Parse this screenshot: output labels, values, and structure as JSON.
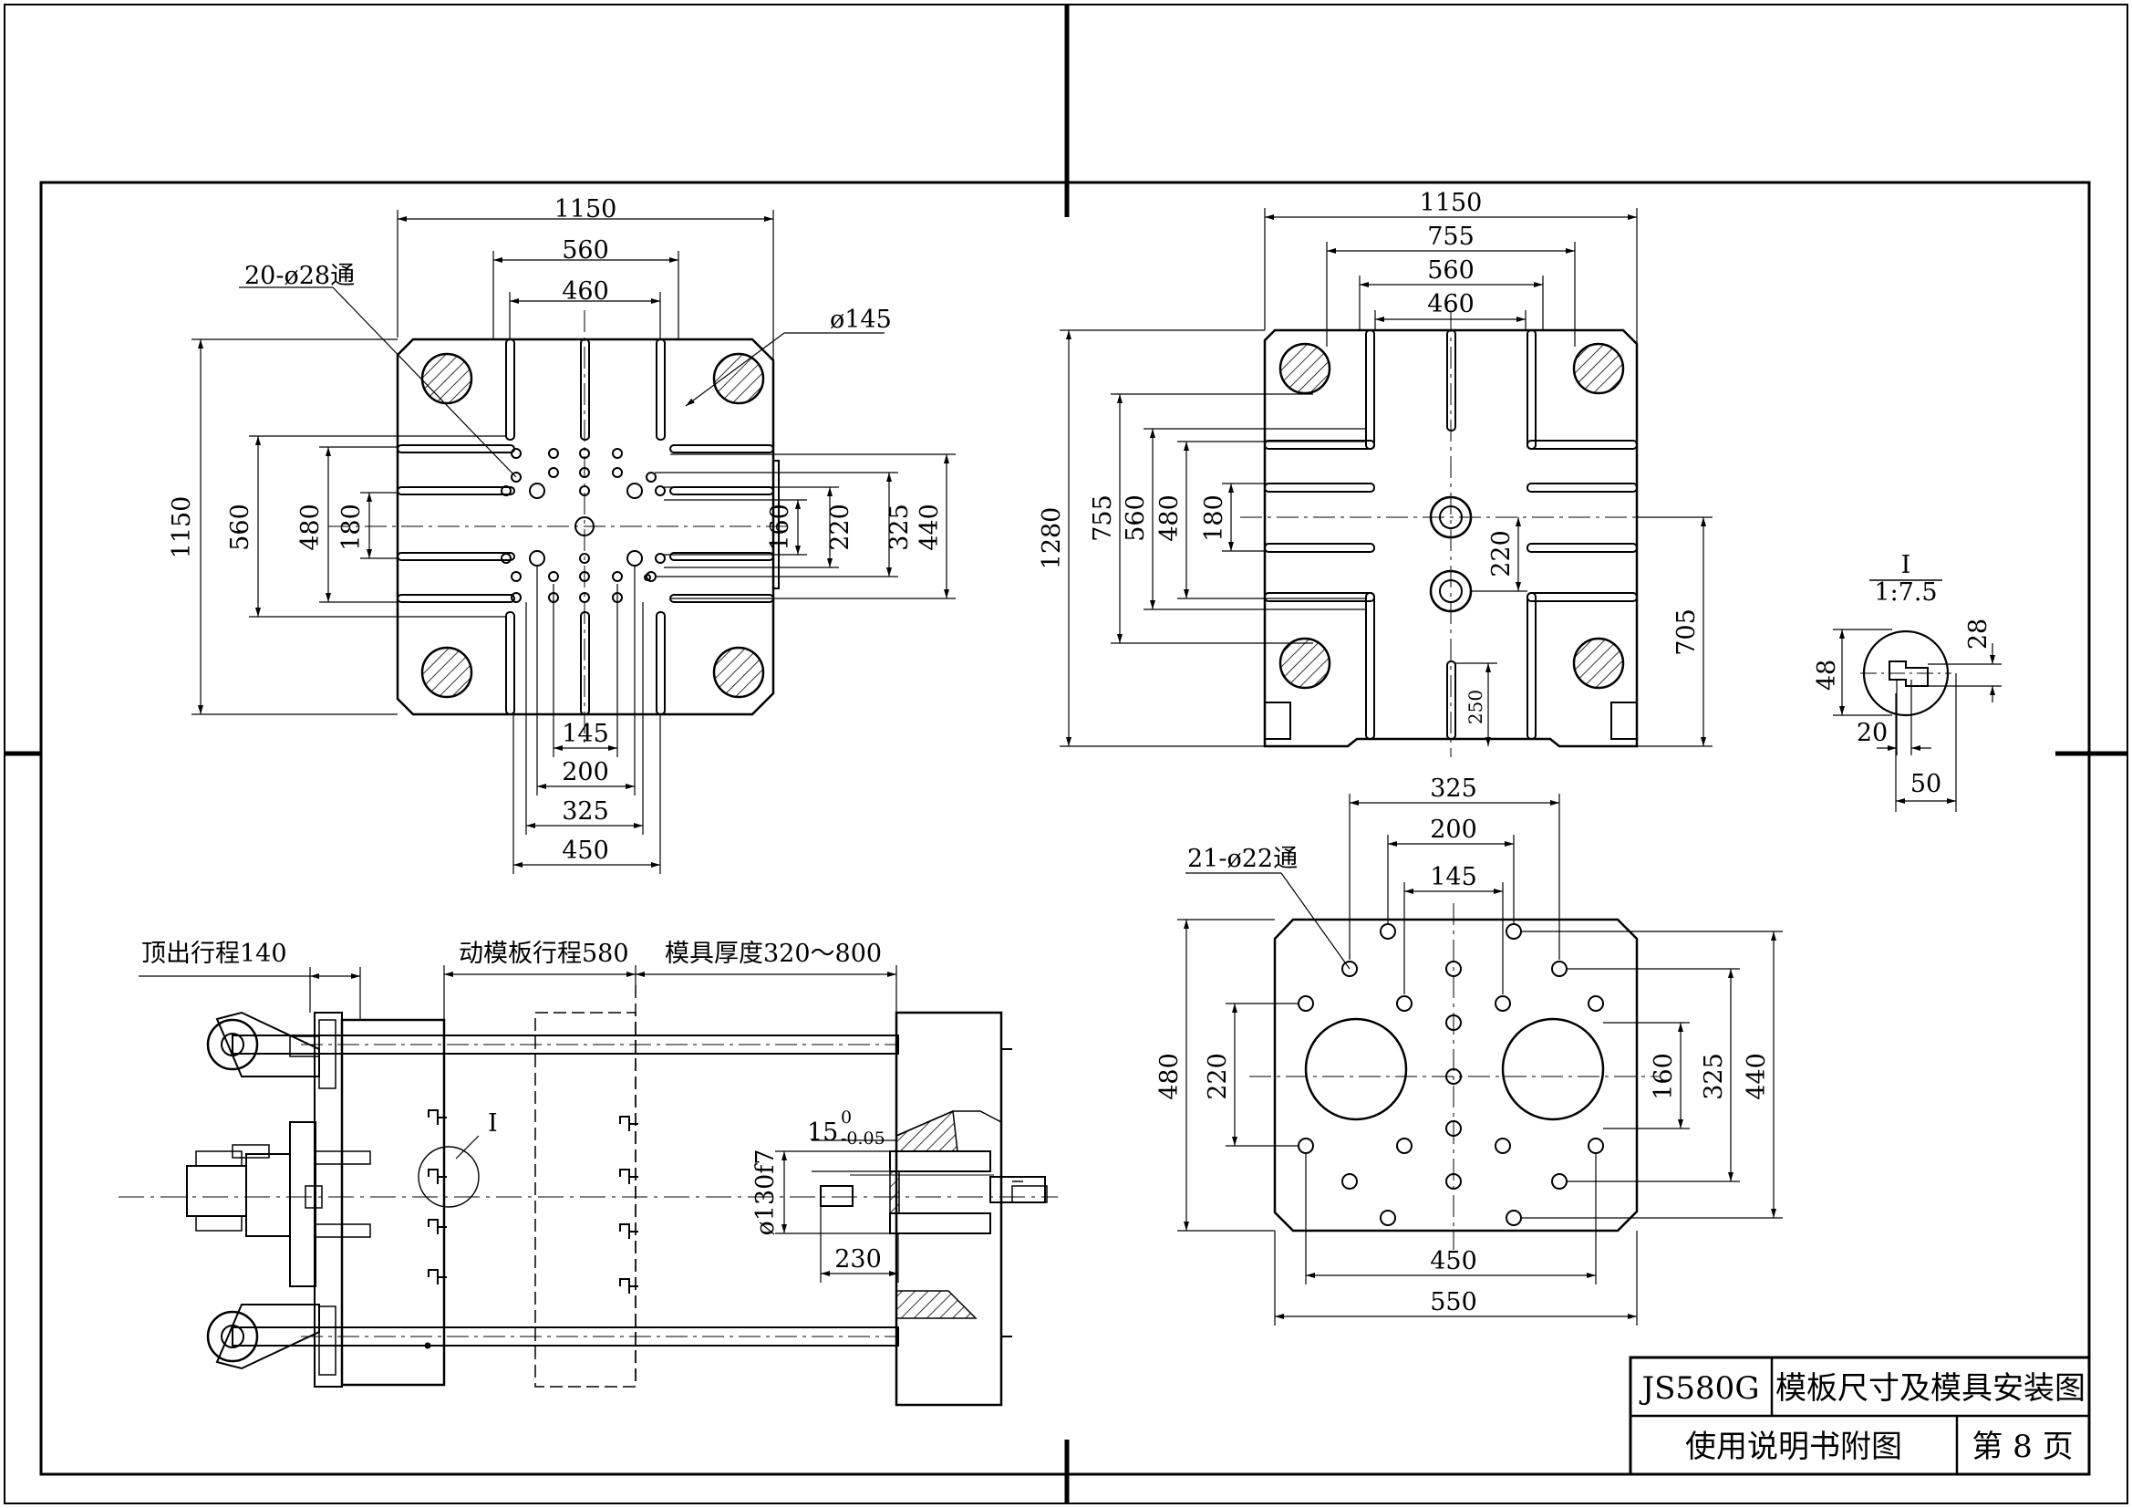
{
  "title_block": {
    "model": "JS580G",
    "title": "模板尺寸及模具安装图",
    "subtitle": "使用说明书附图",
    "page": "第 8 页"
  },
  "moving_platen": {
    "top_dims": [
      "1150",
      "560",
      "460"
    ],
    "hole_note": "20-ø28通",
    "rod_note": "ø145",
    "left_dims": [
      "1150",
      "560",
      "480",
      "180"
    ],
    "right_dims": [
      "160",
      "220",
      "325",
      "440"
    ],
    "bottom_dims": [
      "145",
      "200",
      "325",
      "450"
    ]
  },
  "fixed_platen": {
    "top_dims": [
      "1150",
      "755",
      "560",
      "460"
    ],
    "left_dims": [
      "1280",
      "755",
      "560",
      "480",
      "180"
    ],
    "center_dim": "220",
    "right_dim": "705",
    "lower_dim": "250"
  },
  "detail_view": {
    "name": "I",
    "scale": "1:7.5",
    "dims": [
      "48",
      "28",
      "20",
      "50"
    ]
  },
  "mold_plate": {
    "top_dims": [
      "325",
      "200",
      "145"
    ],
    "hole_note": "21-ø22通",
    "left_dims": [
      "480",
      "220"
    ],
    "right_dims": [
      "160",
      "325",
      "440"
    ],
    "bottom_dims": [
      "450",
      "550"
    ]
  },
  "side_view": {
    "ejector_stroke": "顶出行程140",
    "moving_stroke": "动模板行程580",
    "mold_thickness": "模具厚度320～800",
    "detail_ref": "I",
    "tolerance_main": "15",
    "tolerance_upper": "0",
    "tolerance_lower": "-0.05",
    "diameter": "ø130f7",
    "length": "230"
  }
}
